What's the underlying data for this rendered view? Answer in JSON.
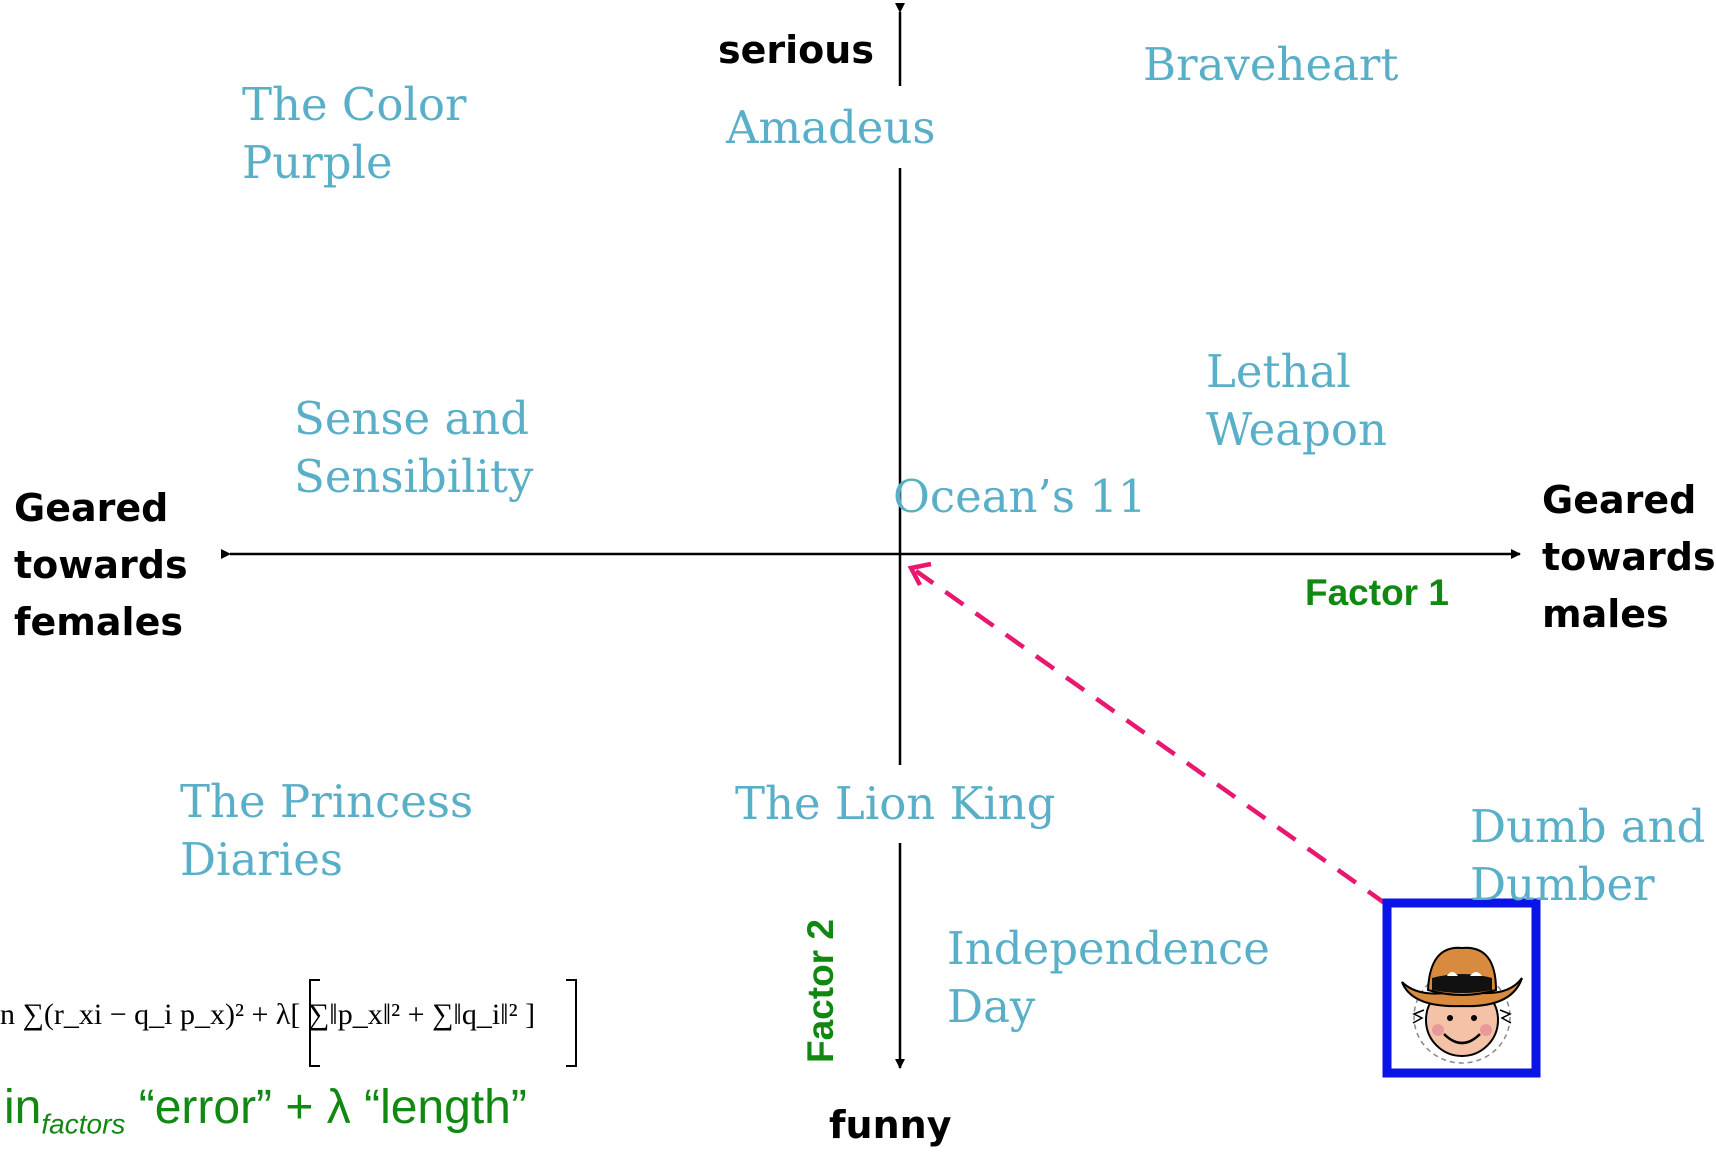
{
  "axes": {
    "top": "serious",
    "bottom": "funny",
    "left": "Geared\ntowards\nfemales",
    "right": "Geared\ntowards\nmales",
    "factor1": "Factor 1",
    "factor2": "Factor 2"
  },
  "movies": [
    {
      "title": "The Color\nPurple"
    },
    {
      "title": "Amadeus"
    },
    {
      "title": "Braveheart"
    },
    {
      "title": "Sense and\nSensibility"
    },
    {
      "title": "Lethal\nWeapon"
    },
    {
      "title": "Ocean’s 11"
    },
    {
      "title": "The Princess\nDiaries"
    },
    {
      "title": "The Lion King"
    },
    {
      "title": "Dumb and\nDumber"
    },
    {
      "title": "Independence\nDay"
    }
  ],
  "formula": "n ∑(r_xi − q_i p_x)² + λ[ ∑‖p_x‖² + ∑‖q_i‖² ]",
  "summary": {
    "prefix": "in",
    "subscript": "factors",
    "rest": " “error” + λ “length”"
  },
  "colors": {
    "movie_text": "#5aafc8",
    "factor_text": "#118811",
    "vector": "#e8176f",
    "user_box": "#0a14e6"
  },
  "icons": [
    "cowboy-hat-user-icon"
  ]
}
